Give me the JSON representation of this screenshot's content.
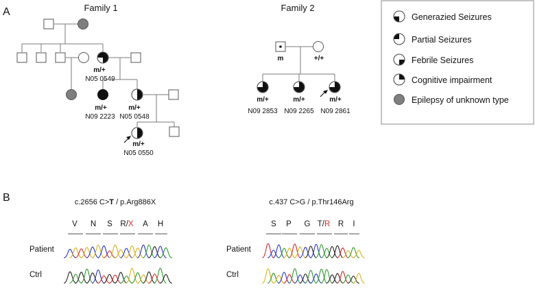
{
  "panel_a": {
    "label": "A",
    "family1": {
      "title": "Family 1",
      "genotypes": {
        "ii3": "m/+",
        "iii2": "m/+",
        "iii3": "m/+",
        "iv1": "m/+"
      },
      "ids": {
        "ii3": "N05 0549",
        "iii2": "N09 2223",
        "iii3": "N05 0548",
        "iv1": "N05 0550"
      }
    },
    "family2": {
      "title": "Family 2",
      "genotypes": {
        "father": "m",
        "mother": "+/+",
        "c1": "m/+",
        "c2": "m/+",
        "c3": "m/+"
      },
      "ids": {
        "c1": "N09 2853",
        "c2": "N09 2265",
        "c3": "N09 2861"
      }
    },
    "legend": {
      "items": [
        {
          "key": "generalized",
          "label": "Generazied Seizures"
        },
        {
          "key": "partial",
          "label": "Partial Seizures"
        },
        {
          "key": "febrile",
          "label": "Febrile Seizures"
        },
        {
          "key": "cognitive",
          "label": "Cognitive impairment"
        },
        {
          "key": "epilepsy",
          "label": "Epilepsy of unknown type"
        }
      ]
    }
  },
  "panel_b": {
    "label": "B",
    "left": {
      "mutation": {
        "prefix": "c.2656 C>",
        "alt": "T",
        "suffix": " / p.Arg886X"
      },
      "codons": [
        "V",
        "N",
        "S",
        "R/",
        "A",
        "H"
      ],
      "mutant_aa": "X"
    },
    "right": {
      "mutation": {
        "prefix": "c.437 C>G / p.Thr146Arg"
      },
      "codons": [
        "S",
        "P",
        "G",
        "T/",
        "R",
        "I"
      ],
      "mutant_aa": "R"
    },
    "row_labels": {
      "patient": "Patient",
      "ctrl": "Ctrl"
    }
  },
  "colors": {
    "trace_a": "#2e9e2e",
    "trace_c": "#2b36c9",
    "trace_g": "#222222",
    "trace_t": "#d42a2a",
    "trace_y": "#d8b21a",
    "affected_grey": "#7f7f7f",
    "mutation_red": "#d42a2a"
  }
}
